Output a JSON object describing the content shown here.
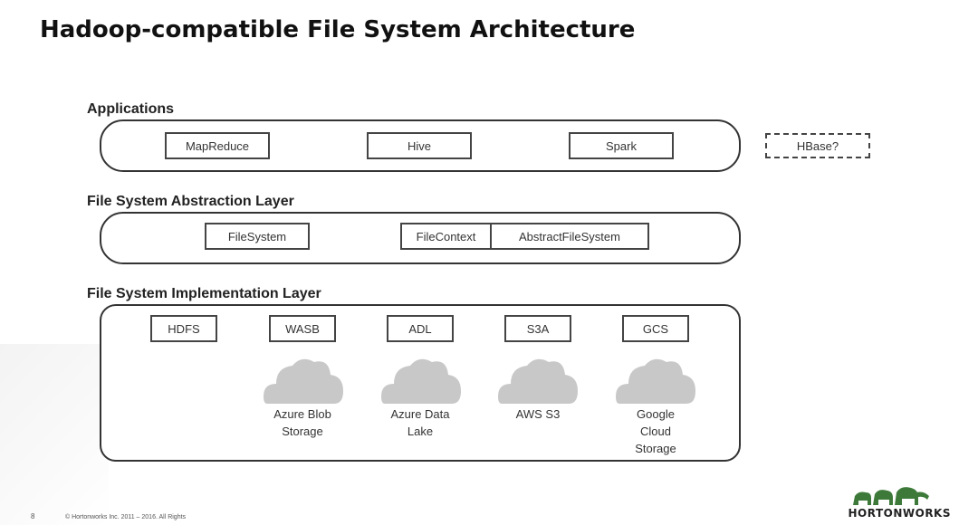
{
  "title": "Hadoop-compatible File System Architecture",
  "layers": {
    "applications": {
      "label": "Applications",
      "items": [
        "MapReduce",
        "Hive",
        "Spark"
      ],
      "optional_item": "HBase?"
    },
    "abstraction": {
      "label": "File System Abstraction Layer",
      "items": [
        "FileSystem",
        "FileContext",
        "AbstractFileSystem"
      ]
    },
    "implementation": {
      "label": "File System Implementation Layer",
      "items": [
        "HDFS",
        "WASB",
        "ADL",
        "S3A",
        "GCS"
      ],
      "storage_labels": [
        "",
        "Azure Blob\nStorage",
        "Azure Data\nLake",
        "AWS S3",
        "Google\nCloud\nStorage"
      ]
    }
  },
  "footer": {
    "page_number": "8",
    "copyright": "© Hortonworks Inc. 2011 – 2016. All Rights",
    "brand": "HORTONWORKS"
  },
  "colors": {
    "stroke": "#333333",
    "cloud_fill": "#c8c8c8",
    "logo": "#3d7a3a"
  }
}
